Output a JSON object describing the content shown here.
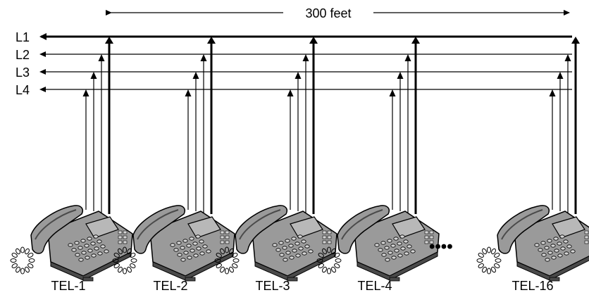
{
  "diagram": {
    "distance_label": "300 feet",
    "line_labels": [
      "L1",
      "L2",
      "L3",
      "L4"
    ],
    "telephone_labels": [
      "TEL-1",
      "TEL-2",
      "TEL-3",
      "TEL-4",
      "TEL-16"
    ],
    "ellipsis": "••••"
  },
  "colors": {
    "line": "#000000",
    "phone_body": "#9a9a9a",
    "phone_dark": "#4a4a4a",
    "phone_screen": "#b8b8b8",
    "phone_light": "#d6d6d6"
  }
}
